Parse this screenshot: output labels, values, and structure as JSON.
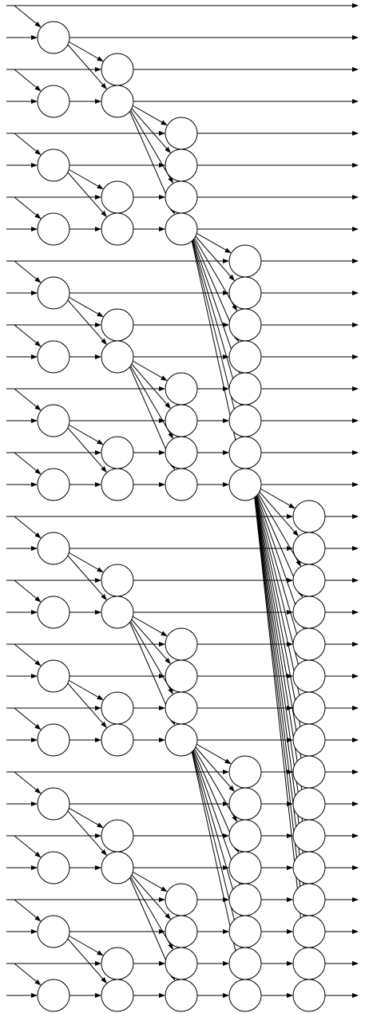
{
  "diagram": {
    "type": "prefix-sum-network",
    "lanes": 32,
    "stages": [
      {
        "stage": 1,
        "group_size": 2
      },
      {
        "stage": 2,
        "group_size": 4
      },
      {
        "stage": 3,
        "group_size": 8
      },
      {
        "stage": 4,
        "group_size": 16
      },
      {
        "stage": 5,
        "group_size": 32
      }
    ],
    "stroke_color": "#000000",
    "node_fill": "#ffffff"
  }
}
